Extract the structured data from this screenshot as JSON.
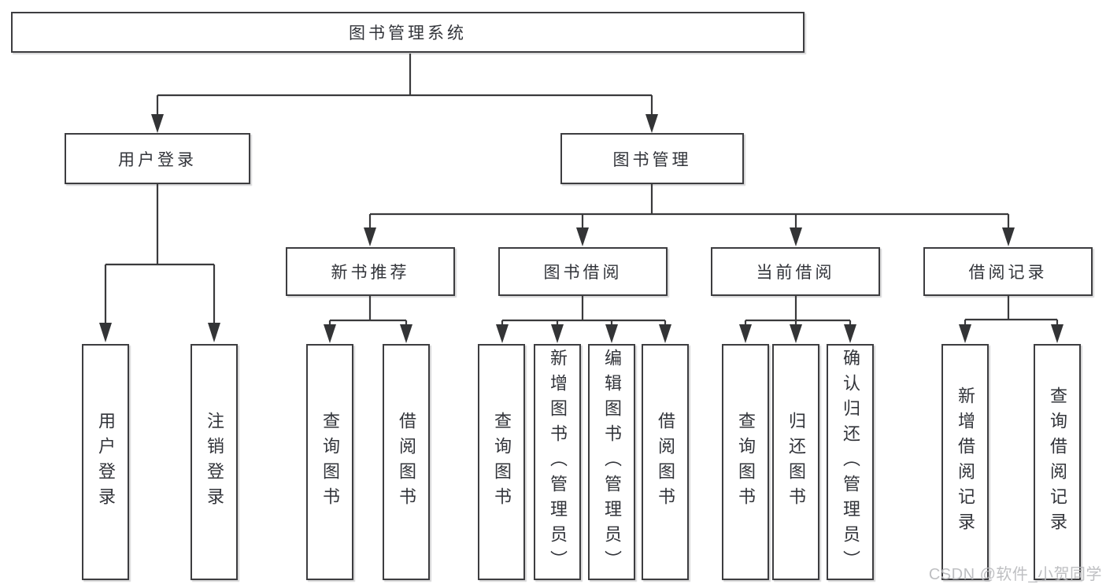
{
  "diagram": {
    "type": "functional-structure-chart",
    "colors": {
      "background": "#ffffff",
      "box_fill": "#ffffff",
      "box_border": "#3d3d40",
      "line": "#3a3a3c",
      "text": "#32343a",
      "watermark_text": "#b9babd"
    },
    "tree": {
      "label": "图书管理系统",
      "children": [
        {
          "label": "用户登录",
          "children": [
            {
              "label": "用户登录"
            },
            {
              "label": "注销登录"
            }
          ]
        },
        {
          "label": "图书管理",
          "children": [
            {
              "label": "新书推荐",
              "children": [
                {
                  "label": "查询图书"
                },
                {
                  "label": "借阅图书"
                }
              ]
            },
            {
              "label": "图书借阅",
              "children": [
                {
                  "label": "查询图书"
                },
                {
                  "label": "新增图书（管理员）"
                },
                {
                  "label": "编辑图书（管理员）"
                },
                {
                  "label": "借阅图书"
                }
              ]
            },
            {
              "label": "当前借阅",
              "children": [
                {
                  "label": "查询图书"
                },
                {
                  "label": "归还图书"
                },
                {
                  "label": "确认归还（管理员）"
                }
              ]
            },
            {
              "label": "借阅记录",
              "children": [
                {
                  "label": "新增借阅记录"
                },
                {
                  "label": "查询借阅记录"
                }
              ]
            }
          ]
        }
      ]
    }
  },
  "watermark": {
    "text": "CSDN @软件_小贺同学"
  }
}
